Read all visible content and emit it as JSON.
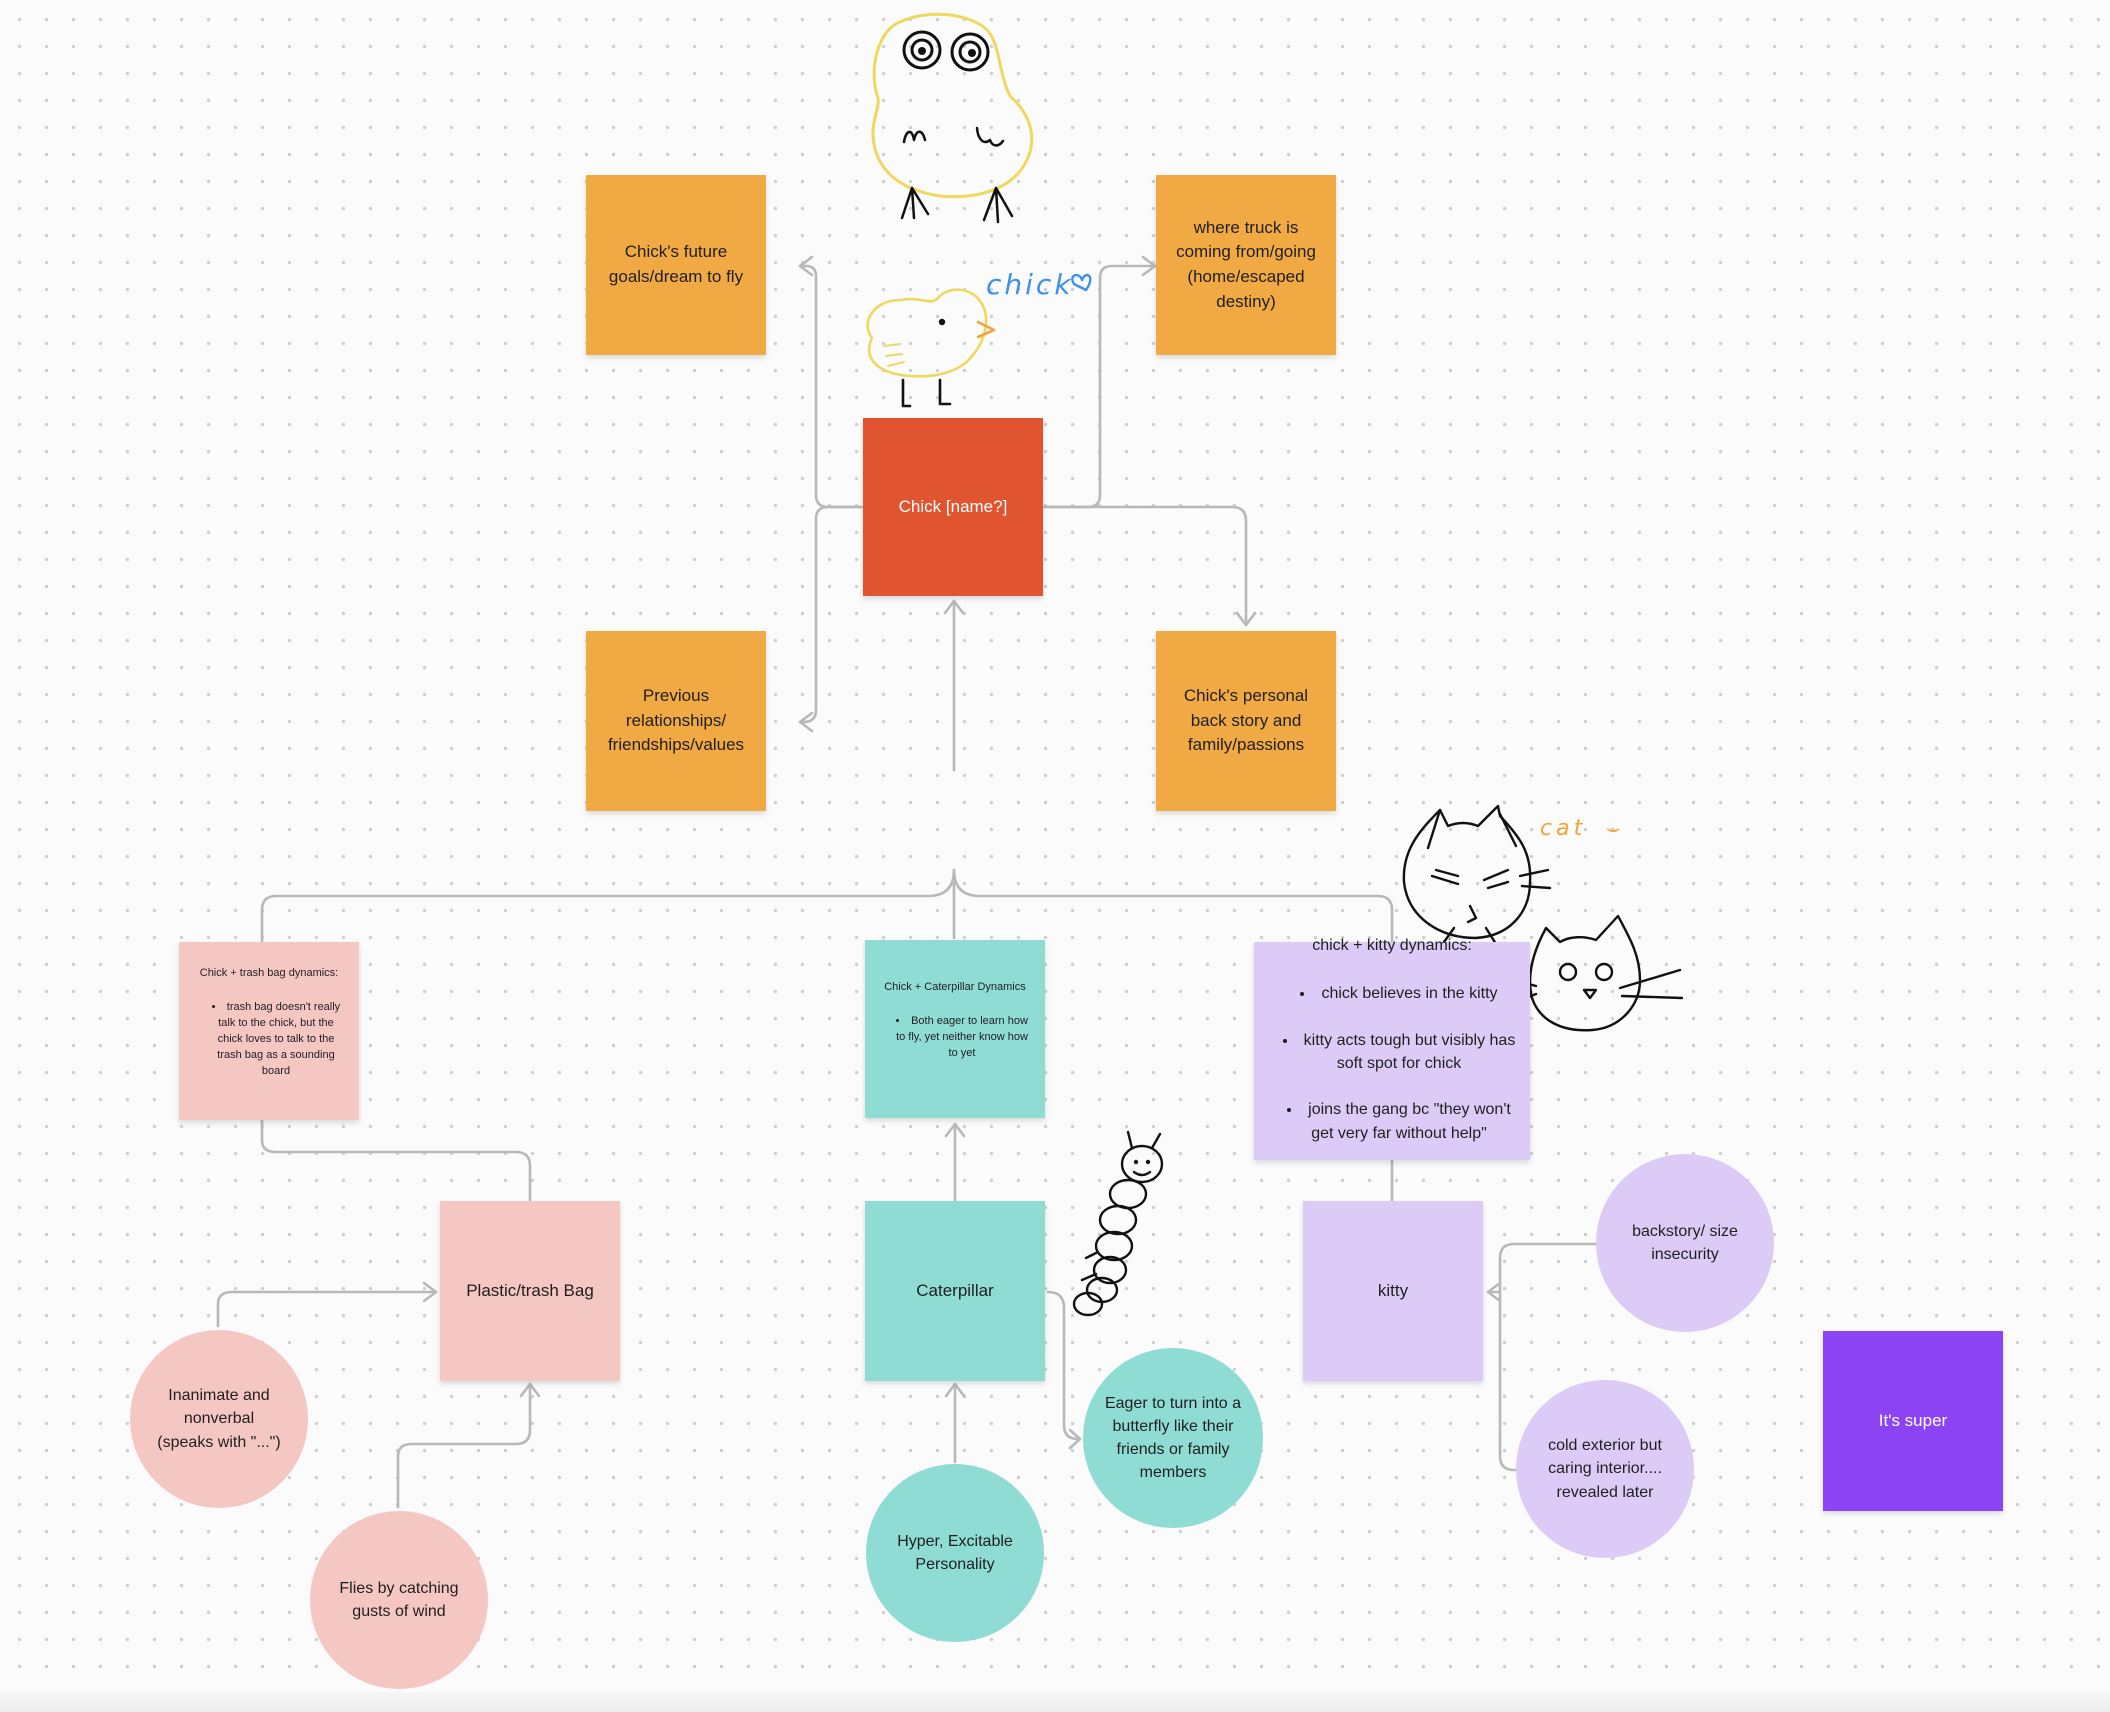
{
  "center": {
    "label": "Chick [name?]"
  },
  "top_notes": {
    "goals": "Chick's future goals/dream to fly",
    "truck": "where truck is coming from/going (home/escaped destiny)",
    "relationships": "Previous relationships/ friendships/values",
    "backstory": "Chick's personal back story and family/passions"
  },
  "trash_dynamics": {
    "title": "Chick + trash bag dynamics:",
    "bullets": [
      "trash bag doesn't really talk to the chick, but the chick loves to talk to the trash bag as a sounding board"
    ]
  },
  "caterpillar_dynamics": {
    "title": "Chick + Caterpillar Dynamics",
    "bullets": [
      "Both eager to learn how to fly, yet neither know how to yet"
    ]
  },
  "kitty_dynamics": {
    "title": "chick + kitty dynamics:",
    "bullets": [
      "chick believes in the kitty",
      "kitty acts tough but visibly has soft spot for chick",
      "joins the gang bc \"they won't get very far without help\""
    ]
  },
  "characters": {
    "trash_bag": "Plastic/trash Bag",
    "caterpillar": "Caterpillar",
    "kitty": "kitty"
  },
  "traits": {
    "inanimate": "Inanimate and nonverbal (speaks with \"...\")",
    "flies": "Flies by catching gusts of wind",
    "hyper": "Hyper, Excitable Personality",
    "eager": "Eager to turn into a butterfly like their friends or family members",
    "size": "backstory/ size insecurity",
    "cold": "cold exterior but caring interior.... revealed later"
  },
  "extra_note": "It's super",
  "doodle_labels": {
    "chick": "chick",
    "cat": "cat"
  },
  "colors": {
    "orange": "#f0a943",
    "red": "#e15430",
    "pink": "#f5c7c3",
    "teal": "#8edcd4",
    "lavender": "#dccbf7",
    "violet": "#8c43f4",
    "connector": "#b8b8b8",
    "chick_outline": "#efd85e",
    "chick_label": "#3d8ff0",
    "cat_label": "#f2a43a"
  }
}
